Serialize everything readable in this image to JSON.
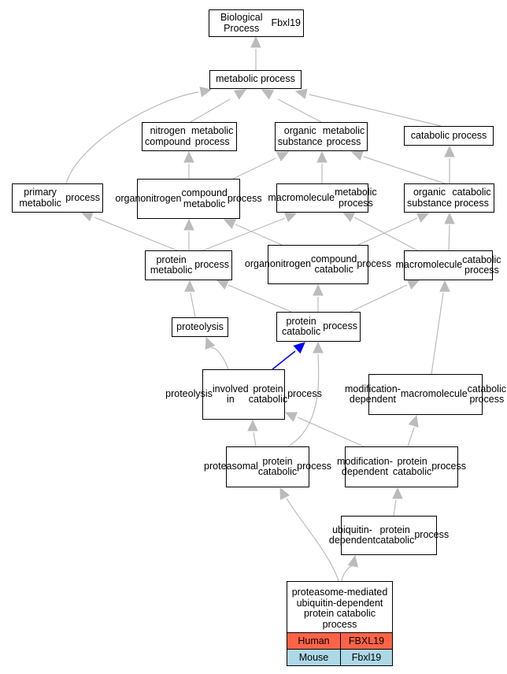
{
  "nodes": {
    "root": [
      "Biological Process",
      "Fbxl19"
    ],
    "metabolic": [
      "metabolic process"
    ],
    "nitrogen": [
      "nitrogen compound",
      "metabolic process"
    ],
    "orgsub_met": [
      "organic substance",
      "metabolic process"
    ],
    "catabolic": [
      "catabolic process"
    ],
    "primary": [
      "primary metabolic",
      "process"
    ],
    "organonitro_met": [
      "organonitrogen",
      "compound metabolic",
      "process"
    ],
    "macro_met": [
      "macromolecule",
      "metabolic process"
    ],
    "orgsub_cat": [
      "organic substance",
      "catabolic process"
    ],
    "protein_met": [
      "protein metabolic",
      "process"
    ],
    "organonitro_cat": [
      "organonitrogen",
      "compound catabolic",
      "process"
    ],
    "macro_cat": [
      "macromolecule",
      "catabolic process"
    ],
    "proteolysis": [
      "proteolysis"
    ],
    "protein_cat": [
      "protein catabolic",
      "process"
    ],
    "proteolysis_inv": [
      "proteolysis",
      "involved in",
      "protein catabolic",
      "process"
    ],
    "moddep_macro": [
      "modification-dependent",
      "macromolecule",
      "catabolic process"
    ],
    "proteasomal": [
      "proteasomal",
      "protein catabolic",
      "process"
    ],
    "moddep_protein": [
      "modification-dependent",
      "protein catabolic",
      "process"
    ],
    "ubiq": [
      "ubiquitin-dependent",
      "protein catabolic",
      "process"
    ],
    "leaf": [
      "proteasome-mediated",
      "ubiquitin-dependent",
      "protein catabolic",
      "process"
    ]
  },
  "legend": {
    "rows": [
      {
        "species": "Human",
        "gene": "FBXL19",
        "color": "#ff6347"
      },
      {
        "species": "Mouse",
        "gene": "Fbxl19",
        "color": "#add8e6"
      }
    ]
  },
  "colors": {
    "edge": "#bbbbbb",
    "highlight_edge": "#0000ff"
  }
}
